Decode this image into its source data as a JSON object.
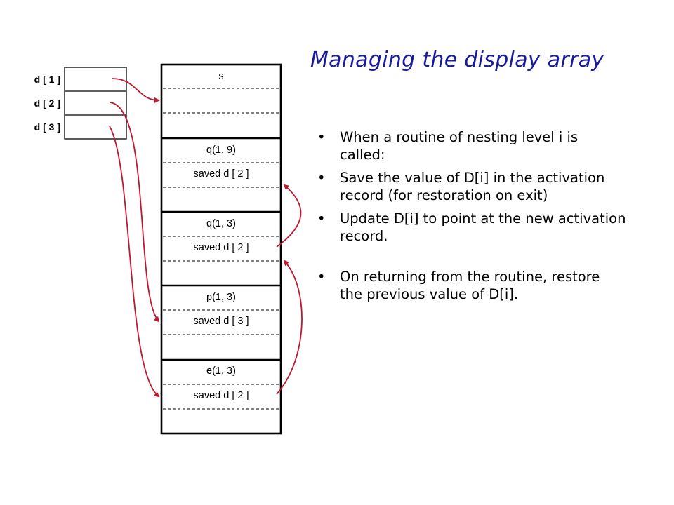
{
  "slide": {
    "title": "Managing the display array",
    "display_labels": [
      "d [ 1 ]",
      "d [ 2 ]",
      "d [ 3 ]"
    ],
    "stack_cells": [
      "s",
      "q(1, 9)",
      "saved d [ 2 ]",
      "q(1, 3)",
      "saved d [ 2 ]",
      "p(1, 3)",
      "saved d [ 3 ]",
      "e(1, 3)",
      "saved d [ 2 ]"
    ],
    "bullet_marker": "•",
    "bullets": [
      "When a routine of nesting level i is called:",
      "Save the value of D[i] in the activation record (for restoration on exit)",
      "Update D[i] to point at the new activation record.",
      "On returning from the routine, restore the previous value of D[i]."
    ],
    "colors": {
      "title": "#1a1a9c",
      "arrow": "#c0182e",
      "border": "#000000"
    }
  }
}
